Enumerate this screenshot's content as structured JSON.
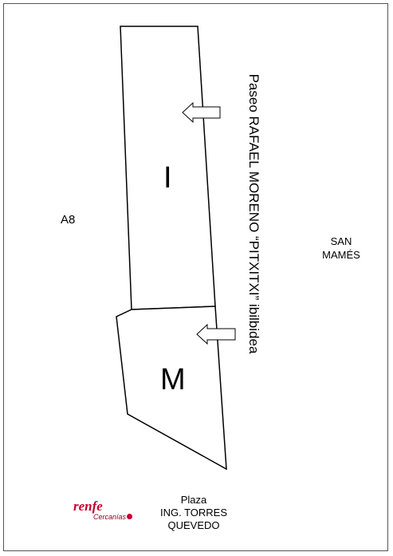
{
  "zones": {
    "upper_label": "I",
    "lower_label": "M"
  },
  "street": {
    "label": "Paseo RAFAEL MORENO “PITXITXI” ibilbidea"
  },
  "labels": {
    "a8": "A8",
    "san_mames_line1": "SAN",
    "san_mames_line2": "MAMÉS",
    "plaza_line1": "Plaza",
    "plaza_line2": "ING. TORRES",
    "plaza_line3": "QUEVEDO"
  },
  "logo": {
    "brand": "renfe",
    "subbrand": "Cercanías"
  },
  "colors": {
    "outline": "#000000",
    "frame": "#555555",
    "brand": "#c4002f"
  }
}
